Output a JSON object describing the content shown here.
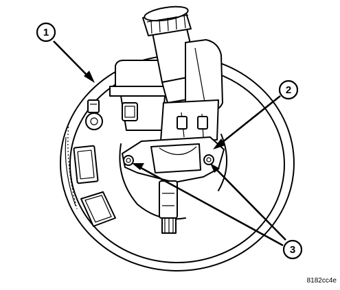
{
  "callouts": [
    {
      "number": "1"
    },
    {
      "number": "2"
    },
    {
      "number": "3"
    }
  ],
  "figure_code": "8182cc4e"
}
